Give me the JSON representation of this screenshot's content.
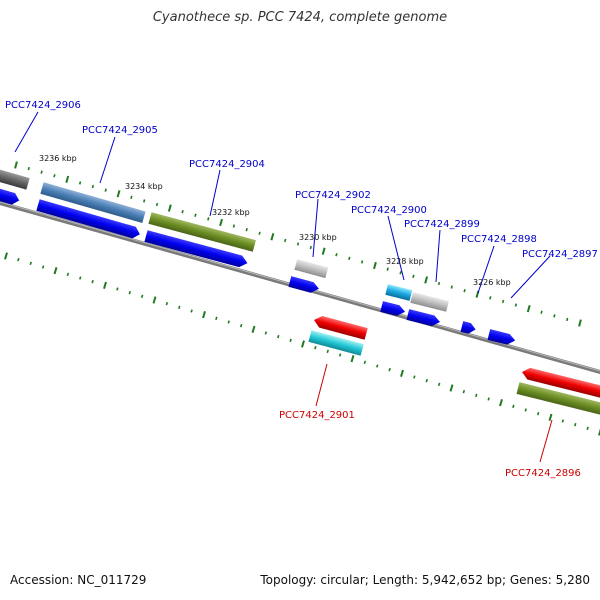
{
  "title": "Cyanothece sp. PCC 7424, complete genome",
  "footer": {
    "accession": "Accession: NC_011729",
    "stats": "Topology: circular; Length: 5,942,652 bp; Genes: 5,280"
  },
  "colors": {
    "forward_label": "#0000cc",
    "reverse_label": "#cc0000",
    "tick": "#1f7a1f",
    "backbone": "#808080"
  },
  "tick_labels": [
    "3236 kbp",
    "3234 kbp",
    "3232 kbp",
    "3230 kbp",
    "3228 kbp",
    "3226 kbp"
  ],
  "gene_labels": [
    {
      "text": "PCC7424_2906",
      "strand": "forward"
    },
    {
      "text": "PCC7424_2905",
      "strand": "forward"
    },
    {
      "text": "PCC7424_2904",
      "strand": "forward"
    },
    {
      "text": "PCC7424_2902",
      "strand": "forward"
    },
    {
      "text": "PCC7424_2900",
      "strand": "forward"
    },
    {
      "text": "PCC7424_2899",
      "strand": "forward"
    },
    {
      "text": "PCC7424_2898",
      "strand": "forward"
    },
    {
      "text": "PCC7424_2897",
      "strand": "forward"
    },
    {
      "text": "PCC7424_2901",
      "strand": "reverse"
    },
    {
      "text": "PCC7424_2896",
      "strand": "reverse"
    }
  ]
}
